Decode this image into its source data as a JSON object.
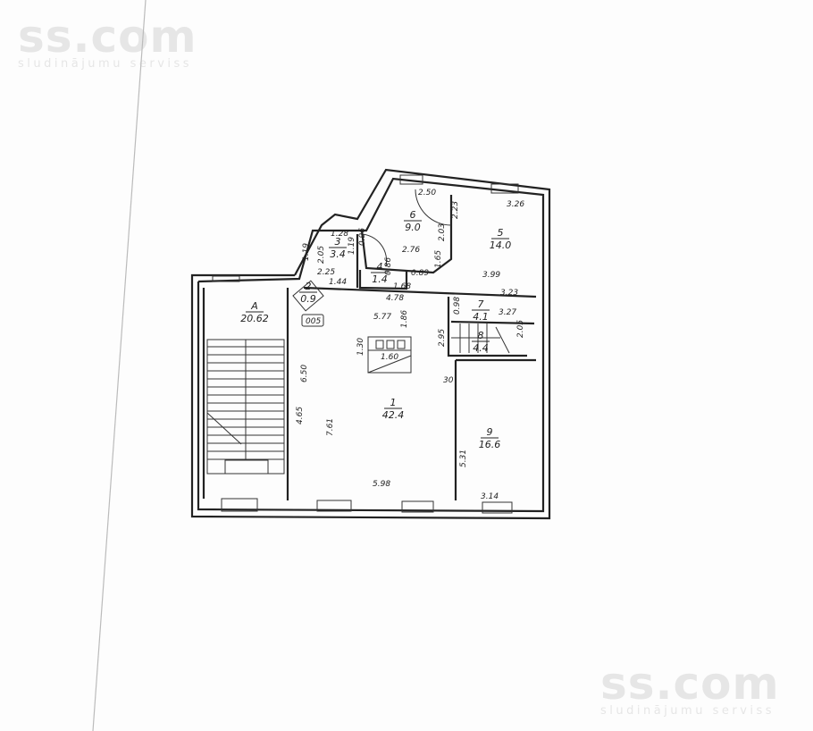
{
  "watermark": {
    "brand": "ss.com",
    "tagline": "sludinājumu serviss"
  },
  "rooms": [
    {
      "id": "A",
      "area": "20.62"
    },
    {
      "id": "1",
      "area": "42.4"
    },
    {
      "id": "2",
      "area": "0.9"
    },
    {
      "id": "3",
      "area": "3.4"
    },
    {
      "id": "4",
      "area": "1.4"
    },
    {
      "id": "5",
      "area": "14.0"
    },
    {
      "id": "6",
      "area": "9.0"
    },
    {
      "id": "7",
      "area": "4.1"
    },
    {
      "id": "8",
      "area": "4.4"
    },
    {
      "id": "9",
      "area": "16.6"
    }
  ],
  "stamp": "005",
  "dimensions": [
    "2.50",
    "3.26",
    "2.23",
    "2.03",
    "2.76",
    "1.28",
    "1.19",
    "2.05",
    "1.19",
    "2.25",
    "1.44",
    "0.86",
    "1.68",
    "0.89",
    "3.99",
    "1.65",
    "4.78",
    "3.23",
    "3.27",
    "0.98",
    "2.05",
    "5.77",
    "1.86",
    "1.30",
    "1.60",
    "2.95",
    "30",
    "6.50",
    "4.65",
    "7.61",
    "5.98",
    "5.31",
    "3.14",
    "0.96"
  ]
}
